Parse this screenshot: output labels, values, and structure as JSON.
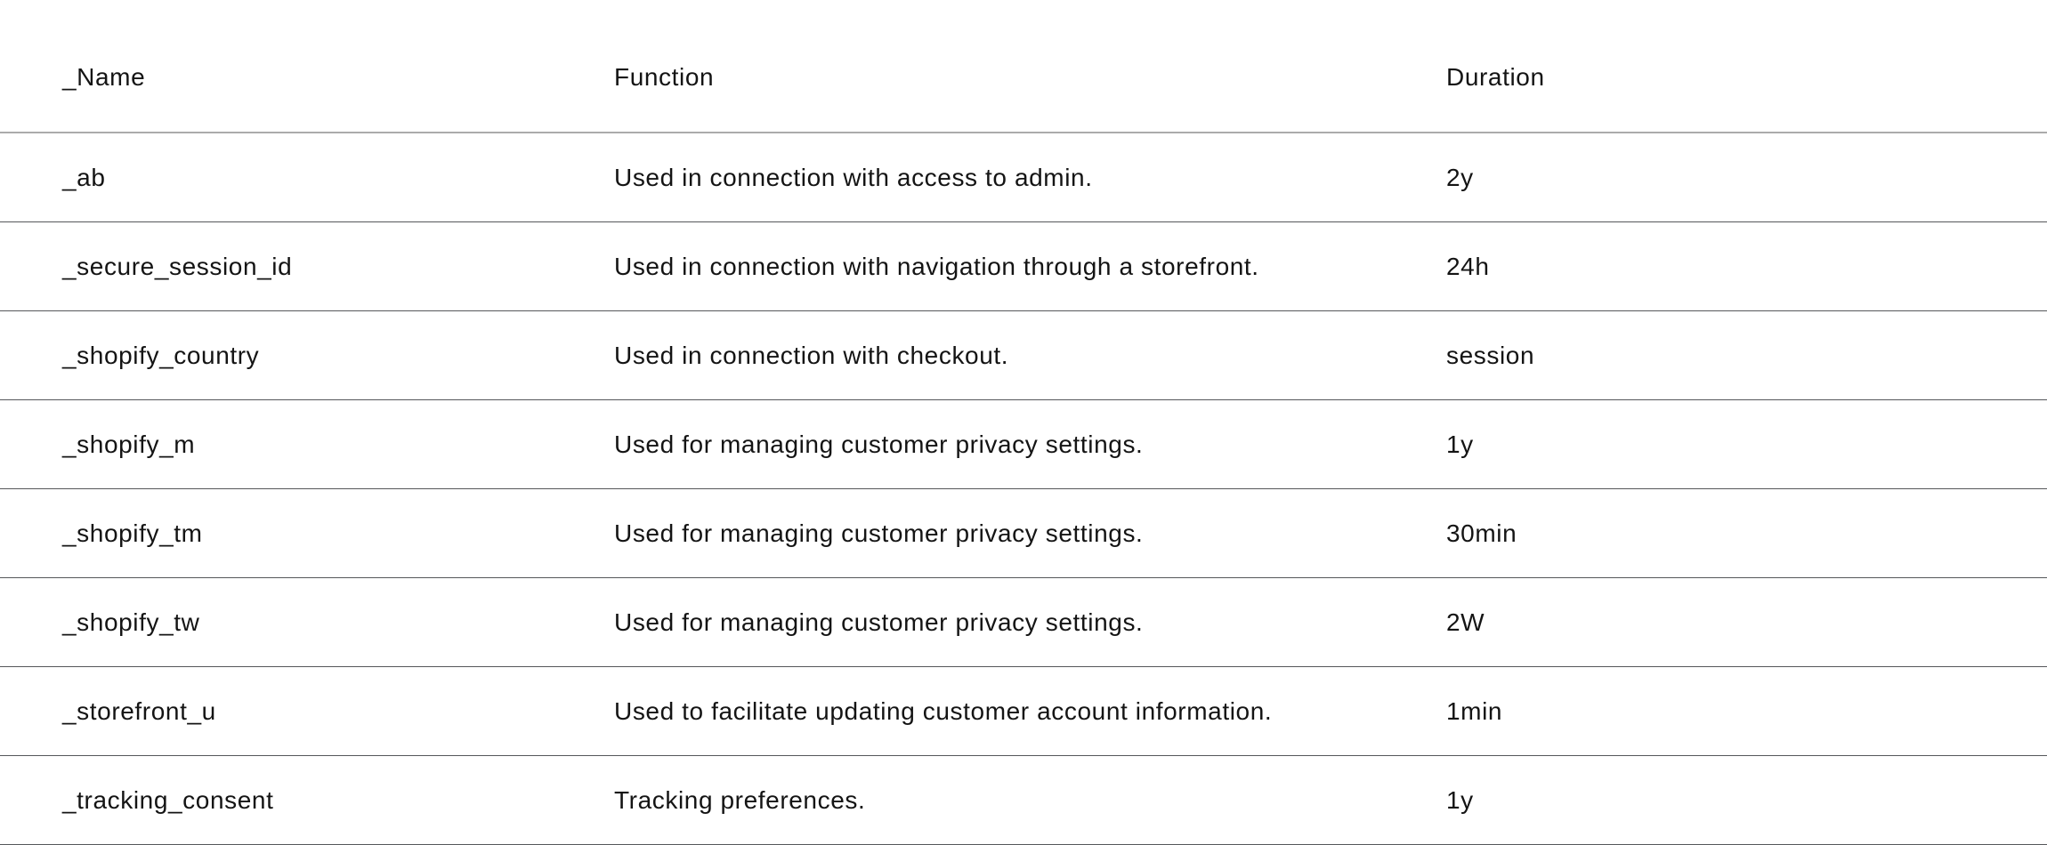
{
  "page": {
    "background_color": "#ffffff",
    "text_color": "#141414",
    "header_divider_color": "#ababab",
    "row_divider_color": "#55575a"
  },
  "table": {
    "columns": [
      "_Name",
      "Function",
      "Duration"
    ],
    "rows": [
      {
        "name": "_ab",
        "function": "Used in connection with access to admin.",
        "duration": "2y"
      },
      {
        "name": "_secure_session_id",
        "function": "Used in connection with navigation through a storefront.",
        "duration": "24h"
      },
      {
        "name": "_shopify_country",
        "function": "Used in connection with checkout.",
        "duration": "session"
      },
      {
        "name": "_shopify_m",
        "function": "Used for managing customer privacy settings.",
        "duration": "1y"
      },
      {
        "name": "_shopify_tm",
        "function": "Used for managing customer privacy settings.",
        "duration": "30min"
      },
      {
        "name": "_shopify_tw",
        "function": "Used for managing customer privacy settings.",
        "duration": "2W"
      },
      {
        "name": "_storefront_u",
        "function": "Used to facilitate updating customer account information.",
        "duration": "1min"
      },
      {
        "name": "_tracking_consent",
        "function": "Tracking preferences.",
        "duration": "1y"
      }
    ]
  }
}
